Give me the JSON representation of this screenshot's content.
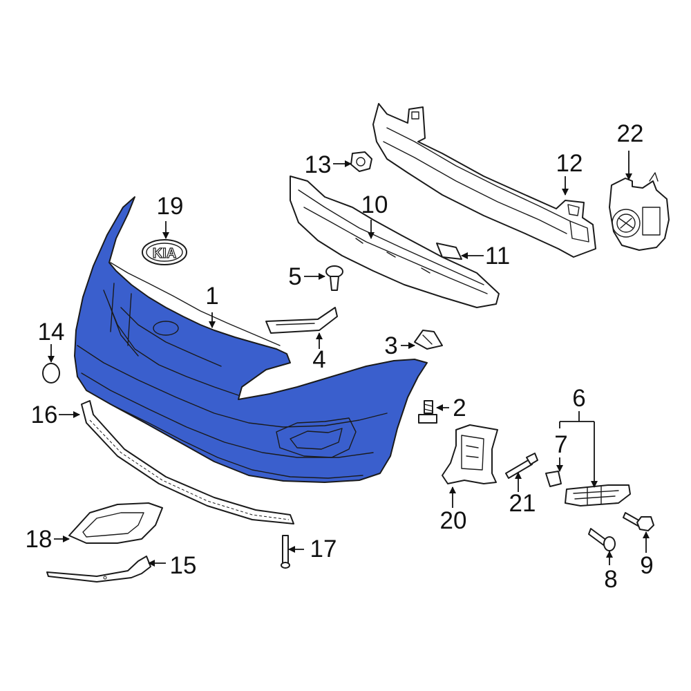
{
  "diagram": {
    "highlight_color": "#3a5fcd",
    "highlighted_part": "1",
    "callouts": [
      "1",
      "2",
      "3",
      "4",
      "5",
      "6",
      "7",
      "8",
      "9",
      "10",
      "11",
      "12",
      "13",
      "14",
      "15",
      "16",
      "17",
      "18",
      "19",
      "20",
      "21",
      "22"
    ]
  },
  "emblem_text": "KIA"
}
